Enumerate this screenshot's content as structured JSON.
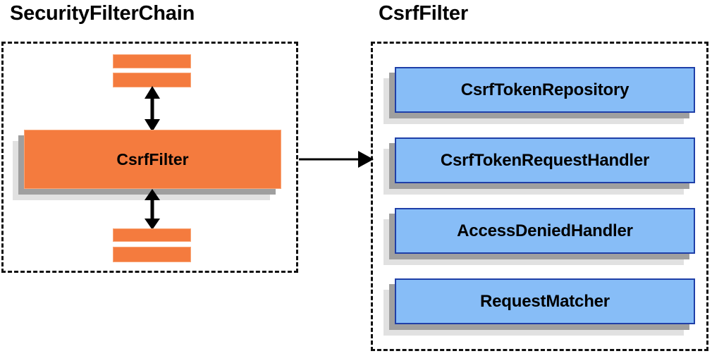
{
  "diagram": {
    "type": "architecture-block-diagram",
    "background_color": "#ffffff",
    "panels": [
      {
        "id": "security-filter-chain",
        "title": "SecurityFilterChain",
        "accent_color": "#f47b3e",
        "border_style": "dashed",
        "border_color": "#111111",
        "main_block_label": "CsrfFilter",
        "placeholder_bar_count": 4
      },
      {
        "id": "csrf-filter",
        "title": "CsrfFilter",
        "accent_color": "#87bdf7",
        "border_color": "#1f3fa8",
        "border_style": "dashed",
        "collaborators": [
          {
            "label": "CsrfTokenRepository"
          },
          {
            "label": "CsrfTokenRequestHandler"
          },
          {
            "label": "AccessDeniedHandler"
          },
          {
            "label": "RequestMatcher"
          }
        ]
      }
    ],
    "connectors": [
      {
        "id": "chain-to-csrf",
        "kind": "arrow-right",
        "from": "security-filter-chain",
        "to": "csrf-filter"
      },
      {
        "id": "filter-above",
        "kind": "double-arrow-vertical"
      },
      {
        "id": "filter-below",
        "kind": "double-arrow-vertical"
      }
    ],
    "colors": {
      "orange_fill": "#f47b3e",
      "orange_border": "#f9a677",
      "blue_fill": "#87bdf7",
      "blue_border": "#1f3fa8",
      "shadow_near": "#9f9f9f",
      "shadow_far": "#e1e1e1",
      "line": "#000000"
    }
  }
}
